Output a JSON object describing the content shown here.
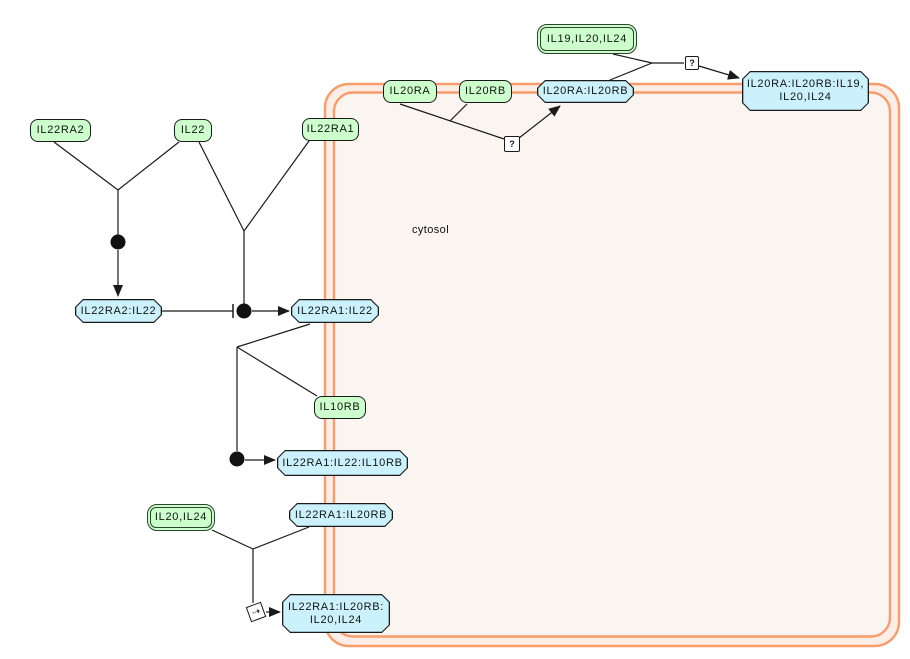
{
  "compartment": {
    "label": "cytosol"
  },
  "glyphs": {
    "uncertain": "?",
    "omitted": "⇢"
  },
  "colors": {
    "protein_fill": "#ccffcc",
    "set_fill": "#ccffcc",
    "complex_fill": "#cbf2fc",
    "node_border": "#1a1a1a",
    "membrane_stroke": "#f79c6a",
    "membrane_band_fill": "#fceee6",
    "cytosol_fill": "#faf5f0",
    "edge_color": "#1a1a1a"
  },
  "nodes": {
    "il22ra2": "IL22RA2",
    "il22": "IL22",
    "il22ra1": "IL22RA1",
    "il20ra": "IL20RA",
    "il20rb": "IL20RB",
    "il10rb": "IL10RB",
    "set_il20_il24": "IL20,IL24",
    "set_il19_il20_il24": "IL19,IL20,IL24",
    "cx_il20ra_il20rb": "IL20RA:IL20RB",
    "cx_il20ra_il20rb_il19_il20_il24": "IL20RA:IL20RB:IL19,\nIL20,IL24",
    "cx_il22ra2_il22": "IL22RA2:IL22",
    "cx_il22ra1_il22": "IL22RA1:IL22",
    "cx_il22ra1_il22_il10rb": "IL22RA1:IL22:IL10RB",
    "cx_il22ra1_il20rb": "IL22RA1:IL20RB",
    "cx_il22ra1_il20rb_il20_il24": "IL22RA1:IL20RB:\nIL20,IL24"
  }
}
